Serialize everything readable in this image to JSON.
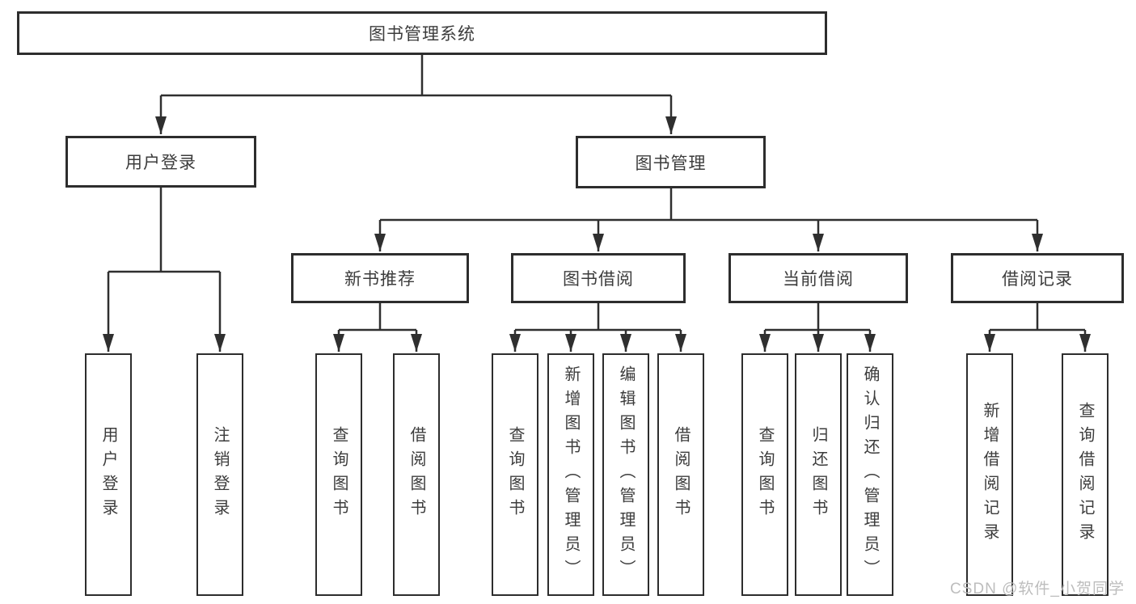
{
  "diagram": {
    "title": "图书管理系统",
    "watermark": "CSDN @软件_小贺同学",
    "line_color": "#2f2f2f",
    "branches": {
      "user_login": {
        "label": "用户登录",
        "children": [
          "用户登录",
          "注销登录"
        ]
      },
      "book_mgmt": {
        "label": "图书管理",
        "sections": [
          {
            "label": "新书推荐",
            "children": [
              "查询图书",
              "借阅图书"
            ]
          },
          {
            "label": "图书借阅",
            "children": [
              "查询图书",
              "新增图书（管理员）",
              "编辑图书（管理员）",
              "借阅图书"
            ]
          },
          {
            "label": "当前借阅",
            "children": [
              "查询图书",
              "归还图书",
              "确认归还（管理员）"
            ]
          },
          {
            "label": "借阅记录",
            "children": [
              "新增借阅记录",
              "查询借阅记录"
            ]
          }
        ]
      }
    }
  }
}
